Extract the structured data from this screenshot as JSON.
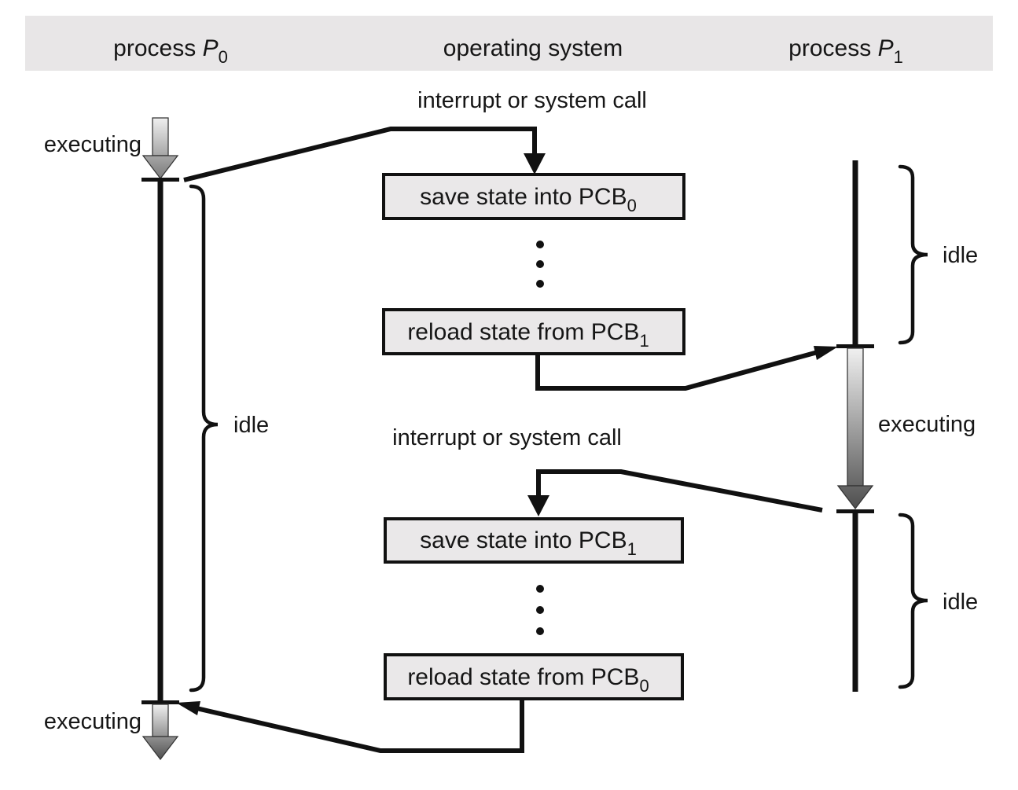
{
  "header": {
    "left": {
      "prefix": "process ",
      "symbol": "P",
      "sub": "0"
    },
    "center": "operating system",
    "right": {
      "prefix": "process ",
      "symbol": "P",
      "sub": "1"
    }
  },
  "p0": {
    "label_executing_top": "executing",
    "label_idle": "idle",
    "label_executing_bottom": "executing"
  },
  "os": {
    "interrupt_label_top": "interrupt or system call",
    "interrupt_label_bottom": "interrupt or system call",
    "boxes": [
      {
        "text": "save state into PCB",
        "sub": "0"
      },
      {
        "text": "reload state from PCB",
        "sub": "1"
      },
      {
        "text": "save state into PCB",
        "sub": "1"
      },
      {
        "text": "reload state from PCB",
        "sub": "0"
      }
    ]
  },
  "p1": {
    "label_idle_top": "idle",
    "label_executing": "executing",
    "label_idle_bottom": "idle"
  },
  "colors": {
    "header_bar_bg": "#e8e6e7",
    "box_bg": "#eae8e9",
    "ink": "#111111",
    "gradient_light": "#f0f0f0",
    "gradient_dark": "#4f4f4f"
  }
}
